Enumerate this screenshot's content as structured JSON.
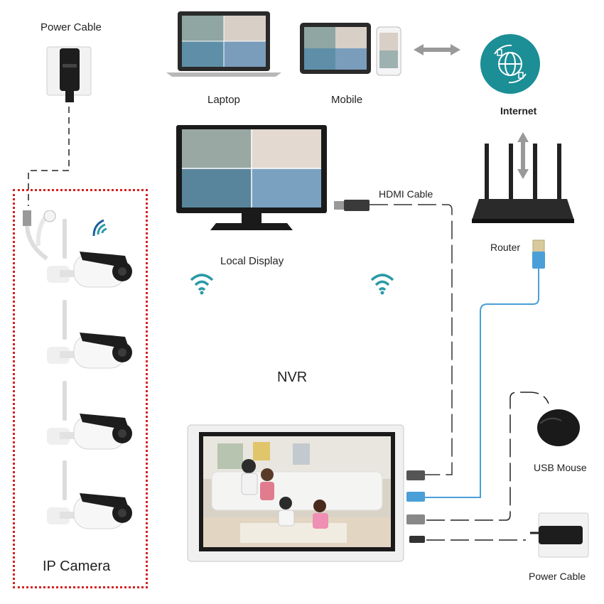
{
  "labels": {
    "power_cable_top": "Power Cable",
    "laptop": "Laptop",
    "mobile": "Mobile",
    "internet": "Internet",
    "hdmi_cable": "HDMI Cable",
    "router": "Router",
    "local_display": "Local Display",
    "nvr": "NVR",
    "usb_mouse": "USB Mouse",
    "ip_camera": "IP Camera",
    "power_cable_bottom": "Power Cable"
  },
  "colors": {
    "camera_group_border": "#d62020",
    "internet_globe": "#1b8e96",
    "ethernet_cable": "#4a9fd8",
    "wifi": "#2a9aa6",
    "dark_device": "#1a1a1a"
  },
  "icons": [
    "power-adapter-icon",
    "laptop-icon",
    "tablet-icon",
    "phone-icon",
    "globe-icon",
    "router-icon",
    "monitor-icon",
    "wifi-icon",
    "camera-icon",
    "mouse-icon"
  ]
}
